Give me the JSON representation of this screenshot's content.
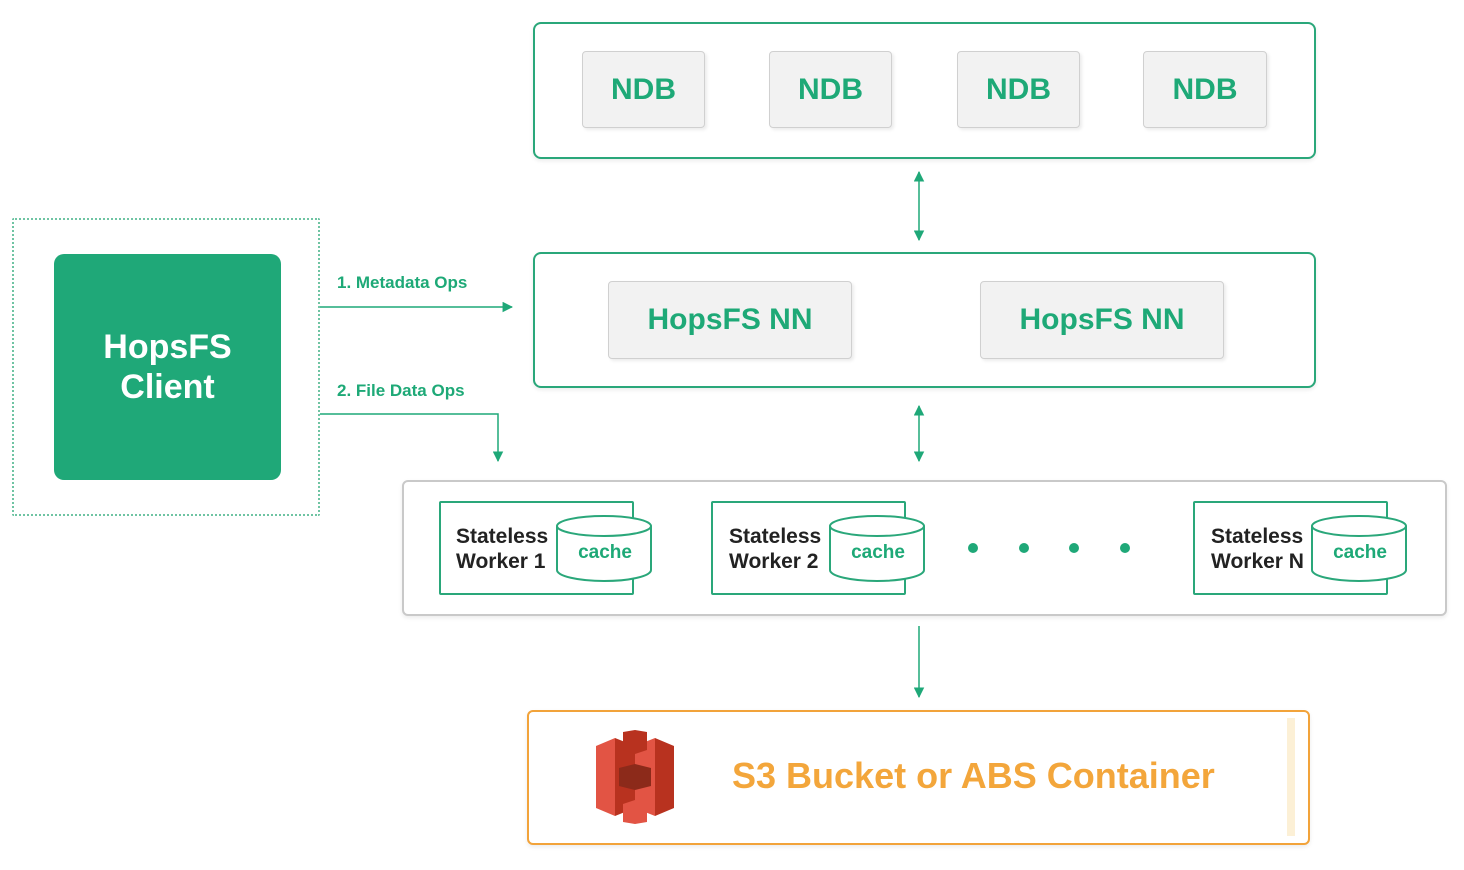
{
  "ndb": {
    "nodes": [
      "NDB",
      "NDB",
      "NDB",
      "NDB"
    ]
  },
  "namenodes": {
    "nodes": [
      "HopsFS NN",
      "HopsFS NN"
    ]
  },
  "client": {
    "line1": "HopsFS",
    "line2": "Client"
  },
  "ops": {
    "metadata": "1. Metadata Ops",
    "file_data": "2. File Data Ops"
  },
  "workers": [
    {
      "line1": "Stateless",
      "line2": "Worker 1",
      "cache": "cache"
    },
    {
      "line1": "Stateless",
      "line2": "Worker 2",
      "cache": "cache"
    },
    {
      "line1": "Stateless",
      "line2": "Worker N",
      "cache": "cache"
    }
  ],
  "storage": {
    "label": "S3 Bucket or ABS Container",
    "icon": "aws-s3-icon"
  },
  "colors": {
    "green": "#1fa878",
    "orange": "#f3a63b",
    "s3_red": "#d9412b"
  }
}
